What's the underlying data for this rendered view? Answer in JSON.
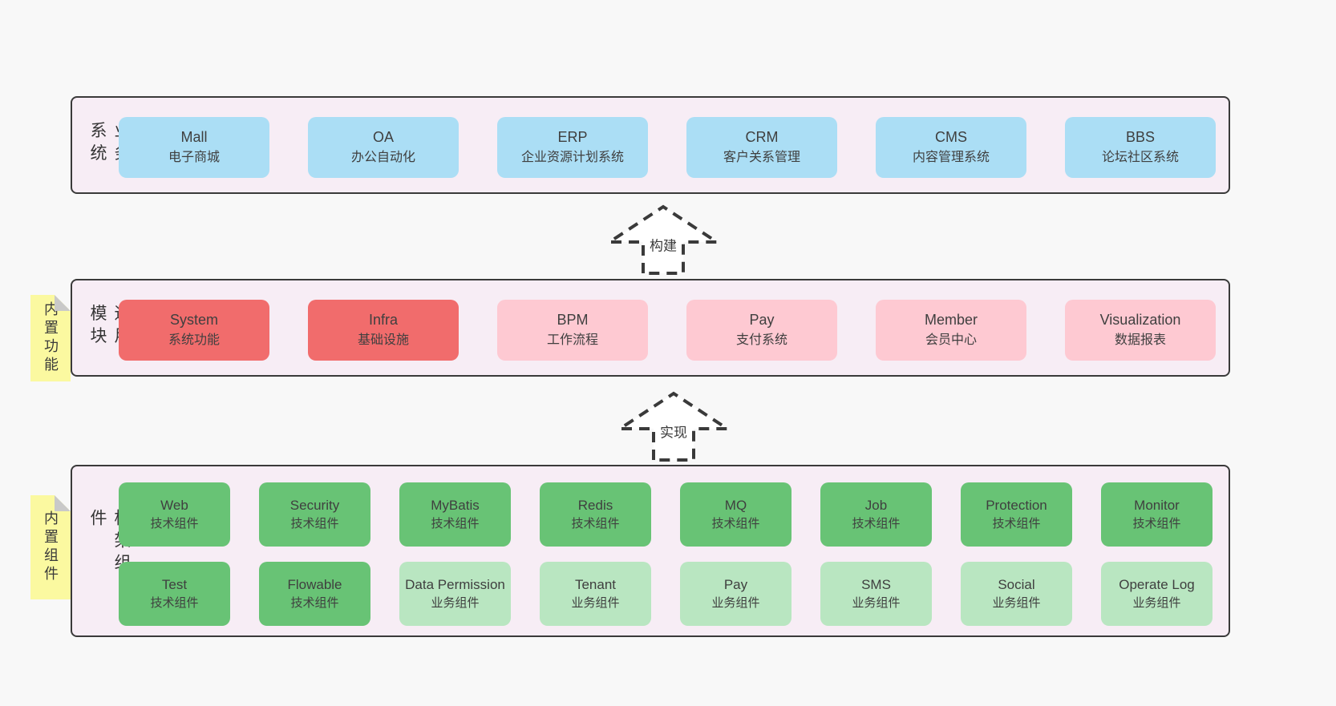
{
  "colors": {
    "page-bg": "#f8f8f8",
    "container-bg": "#f7edf5",
    "container-border": "#3a3a3a",
    "box-blue": "#abdef5",
    "box-red": "#f16c6c",
    "box-pink": "#fec9d2",
    "box-green": "#68c375",
    "box-green-light": "#b9e6c1",
    "note-yellow": "#fbf9a0",
    "note-fold": "#c9c9c9",
    "text": "#3f3f3f"
  },
  "arrows": [
    {
      "label": "构建"
    },
    {
      "label": "实现"
    }
  ],
  "layers": [
    {
      "label": "业务系统",
      "boxes": [
        {
          "title": "Mall",
          "subtitle": "电子商城"
        },
        {
          "title": "OA",
          "subtitle": "办公自动化"
        },
        {
          "title": "ERP",
          "subtitle": "企业资源计划系统"
        },
        {
          "title": "CRM",
          "subtitle": "客户关系管理"
        },
        {
          "title": "CMS",
          "subtitle": "内容管理系统"
        },
        {
          "title": "BBS",
          "subtitle": "论坛社区系统"
        }
      ]
    },
    {
      "label": "通用模块",
      "note": "内置功能",
      "boxes": [
        {
          "title": "System",
          "subtitle": "系统功能"
        },
        {
          "title": "Infra",
          "subtitle": "基础设施"
        },
        {
          "title": "BPM",
          "subtitle": "工作流程"
        },
        {
          "title": "Pay",
          "subtitle": "支付系统"
        },
        {
          "title": "Member",
          "subtitle": "会员中心"
        },
        {
          "title": "Visualization",
          "subtitle": "数据报表"
        }
      ]
    },
    {
      "label": "框架组件",
      "note": "内置组件",
      "rows": [
        [
          {
            "title": "Web",
            "subtitle": "技术组件"
          },
          {
            "title": "Security",
            "subtitle": "技术组件"
          },
          {
            "title": "MyBatis",
            "subtitle": "技术组件"
          },
          {
            "title": "Redis",
            "subtitle": "技术组件"
          },
          {
            "title": "MQ",
            "subtitle": "技术组件"
          },
          {
            "title": "Job",
            "subtitle": "技术组件"
          },
          {
            "title": "Protection",
            "subtitle": "技术组件"
          },
          {
            "title": "Monitor",
            "subtitle": "技术组件"
          }
        ],
        [
          {
            "title": "Test",
            "subtitle": "技术组件"
          },
          {
            "title": "Flowable",
            "subtitle": "技术组件"
          },
          {
            "title": "Data Permission",
            "subtitle": "业务组件"
          },
          {
            "title": "Tenant",
            "subtitle": "业务组件"
          },
          {
            "title": "Pay",
            "subtitle": "业务组件"
          },
          {
            "title": "SMS",
            "subtitle": "业务组件"
          },
          {
            "title": "Social",
            "subtitle": "业务组件"
          },
          {
            "title": "Operate Log",
            "subtitle": "业务组件"
          }
        ]
      ]
    }
  ]
}
